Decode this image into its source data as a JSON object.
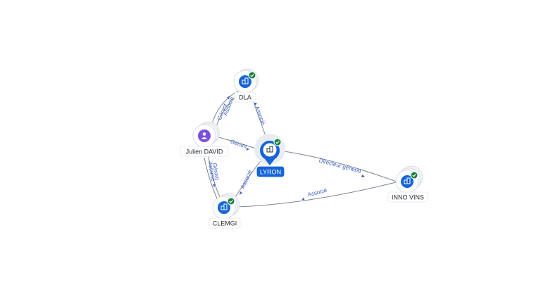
{
  "nodes": [
    {
      "id": "dla",
      "label": "DLA",
      "kind": "company",
      "verified": true
    },
    {
      "id": "julien",
      "label": "Julien DAVID",
      "kind": "person",
      "verified": false
    },
    {
      "id": "lyron",
      "label": "LYRON",
      "kind": "company",
      "verified": true,
      "selected": true
    },
    {
      "id": "clemgi",
      "label": "CLEMGI",
      "kind": "company",
      "verified": true
    },
    {
      "id": "inno",
      "label": "INNO VINS",
      "kind": "company",
      "verified": true
    }
  ],
  "edges": [
    {
      "id": "julien-dla-gerant",
      "label": "Gérant"
    },
    {
      "id": "julien-dla-associe",
      "label": "Associé"
    },
    {
      "id": "lyron-dla",
      "label": "Associé"
    },
    {
      "id": "julien-lyron",
      "label": "Gérant"
    },
    {
      "id": "julien-clemgi-gerant",
      "label": "Gérant"
    },
    {
      "id": "julien-clemgi-associe",
      "label": "Associé"
    },
    {
      "id": "lyron-clemgi",
      "label": "Associé"
    },
    {
      "id": "lyron-inno",
      "label": "Directeur général"
    },
    {
      "id": "clemgi-inno",
      "label": "Associé"
    }
  ],
  "colors": {
    "company": "#1565d8",
    "person": "#7b4fe0",
    "verified": "#15803d",
    "edge_label": "#3b5fc4"
  }
}
